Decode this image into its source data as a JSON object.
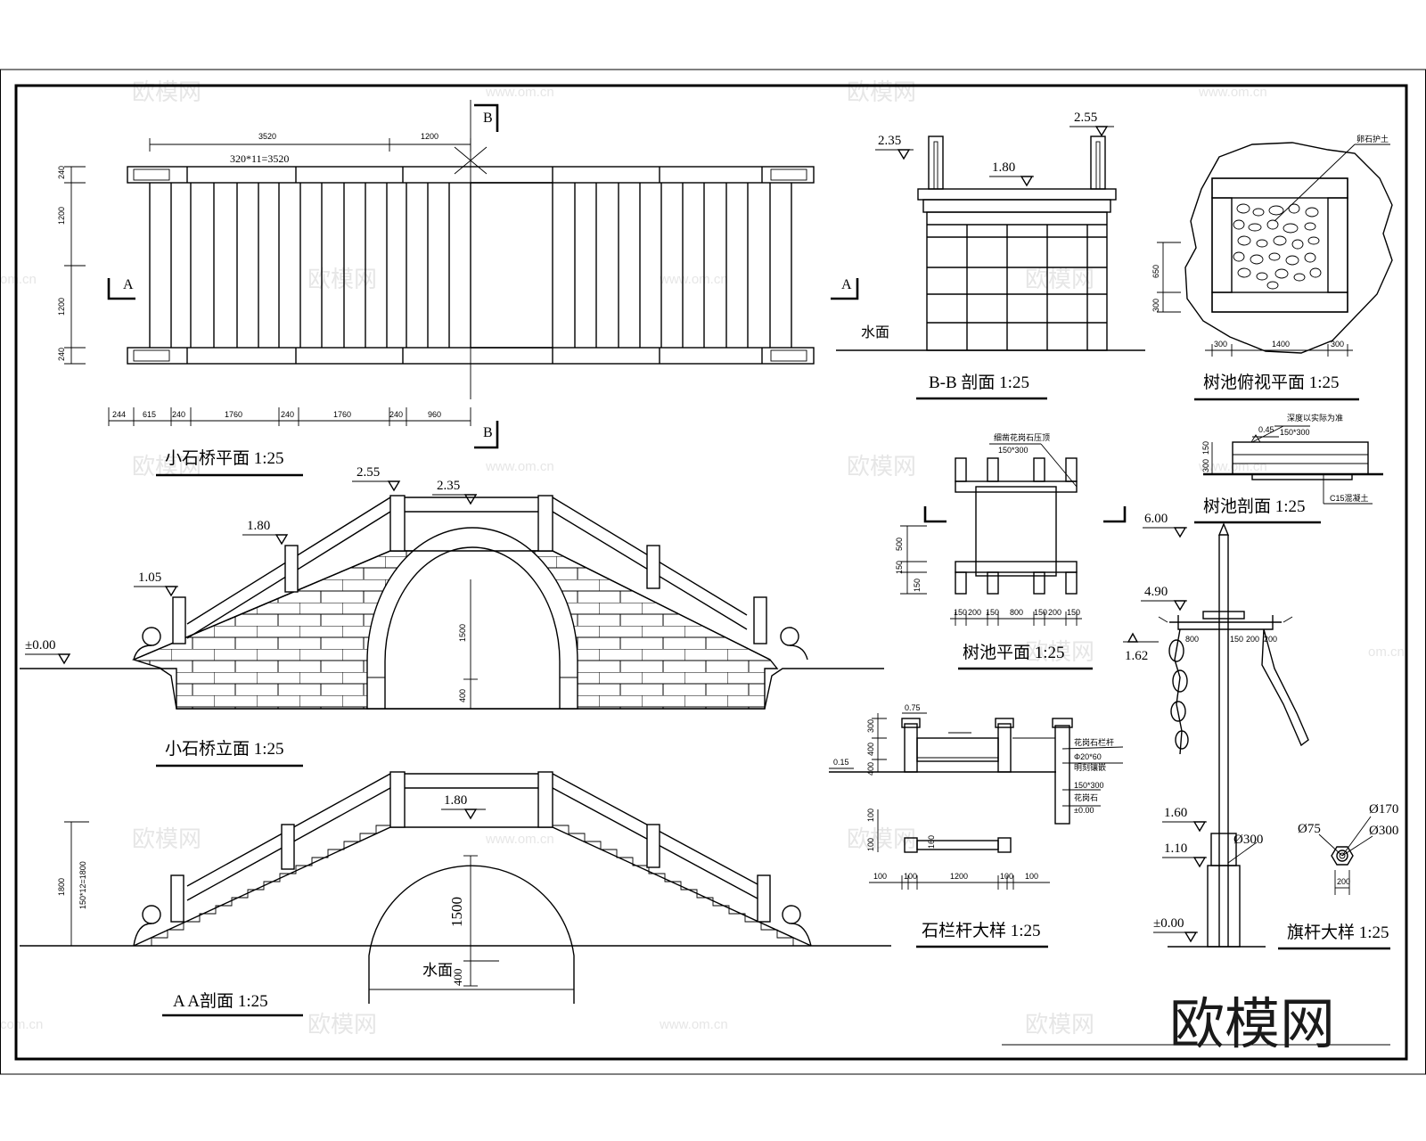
{
  "titles": {
    "plan": "小石桥平面 1:25",
    "elevation": "小石桥立面 1:25",
    "section_aa": "A A剖面 1:25",
    "section_bb": "B-B 剖面 1:25",
    "tree_pit_top": "树池俯视平面 1:25",
    "tree_pit_section": "树池剖面 1:25",
    "tree_pit_plan": "树池平面 1:25",
    "railing_detail": "石栏杆大样 1:25",
    "flagpole_detail": "旗杆大样 1:25"
  },
  "section_markers": {
    "a": "A",
    "b": "B"
  },
  "plan_dims": {
    "top": [
      "3520",
      "1200"
    ],
    "board": "320*11=3520",
    "left": [
      "240",
      "1200",
      "1200",
      "240"
    ],
    "bottom": [
      "244",
      "615",
      "240",
      "1760",
      "240",
      "1760",
      "240",
      "960"
    ]
  },
  "elevation_levels": [
    "1.05",
    "1.80",
    "2.55",
    "2.35",
    "±0.00"
  ],
  "elevation_dims": [
    "1500",
    "400"
  ],
  "aa": {
    "level": "1.80",
    "dim_left": "1800",
    "dim_left2": "150*12=1800",
    "arch_height": "1500",
    "water_label": "水面",
    "water_dim": "400"
  },
  "bb": {
    "levels": [
      "2.35",
      "2.55",
      "1.80"
    ],
    "water_label": "水面"
  },
  "tree_pit_top_dims": [
    "300",
    "1400",
    "300",
    "650",
    "300"
  ],
  "tree_pit_top_note": "卵石护土",
  "tree_pit_section": {
    "level": "0.45",
    "note": "深度以实际为准",
    "dim": "150*300",
    "left": [
      "150",
      "300"
    ],
    "bottom_note": "C15混凝土"
  },
  "tree_pit_plan": {
    "note": "细凿花岗石压顶",
    "dim": "150*300",
    "left": [
      "500",
      "150",
      "150"
    ],
    "bottom": [
      "150",
      "200",
      "150",
      "800",
      "150",
      "200",
      "150"
    ]
  },
  "railing": {
    "levels": [
      "0.75",
      "0.15"
    ],
    "left": [
      "300",
      "400",
      "400"
    ],
    "bottom": [
      "100",
      "100",
      "1200",
      "100",
      "100"
    ],
    "mid": "160",
    "notes": [
      "花岗石栏杆",
      "Φ20*60",
      "明刻镶嵌",
      "150*300",
      "花岗石",
      "±0.00"
    ]
  },
  "flagpole": {
    "levels": [
      "6.00",
      "4.90",
      "1.62",
      "1.60",
      "1.10",
      "±0.00"
    ],
    "dims": [
      "800",
      "150",
      "200",
      "200"
    ],
    "diameters": [
      "Ø300",
      "Ø75",
      "Ø170",
      "Ø300"
    ],
    "base_dim": "200"
  },
  "watermarks": {
    "logo": "欧模网",
    "url": "www.om.cn",
    "url_left": "om.cn",
    "url_bottom": "com.cn"
  }
}
